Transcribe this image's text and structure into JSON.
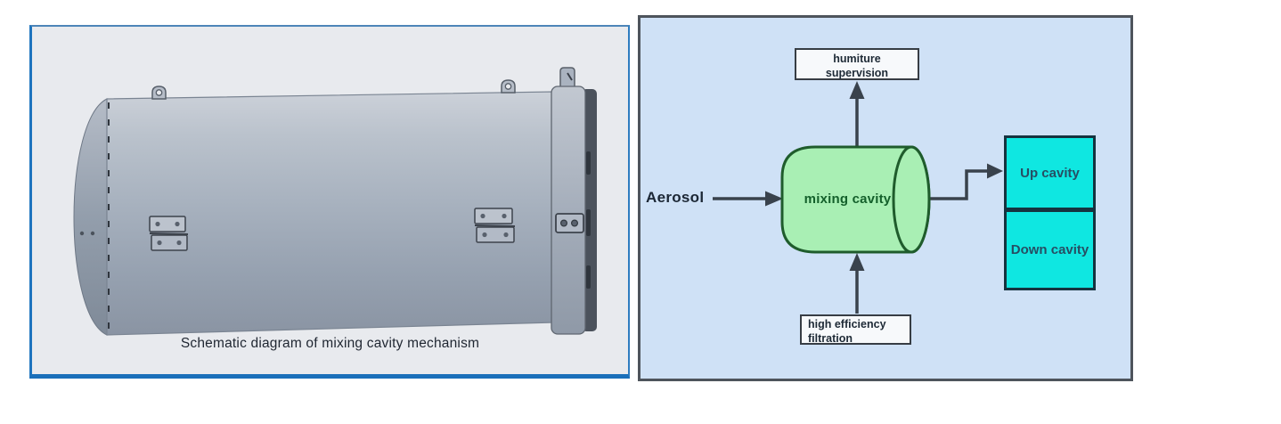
{
  "left_panel": {
    "caption": "Schematic diagram of mixing cavity mechanism",
    "background": "#e8eaee",
    "border_color": "#1e74be"
  },
  "right_panel": {
    "background": "#cfe1f6",
    "border_color": "#4e545c",
    "arrow_color": "#39424c",
    "labels": {
      "aerosol": "Aerosol",
      "mixing_cavity": "mixing cavity",
      "humiture_line1": "humiture",
      "humiture_line2": "supervision",
      "filtration_line1": "high efficiency",
      "filtration_line2": "filtration",
      "up_cavity": "Up cavity",
      "down_cavity": "Down cavity"
    },
    "colors": {
      "cylinder_fill": "#a9efb4",
      "cylinder_stroke": "#1f5c2c",
      "cylinder_text": "#14602b",
      "cavity_box_fill": "#0fe7e1",
      "cavity_box_border": "#15333f",
      "label_box_fill": "#f7f9fb",
      "label_box_border": "#373d44"
    },
    "edges": [
      {
        "from": "Aerosol",
        "to": "mixing cavity",
        "direction": "right"
      },
      {
        "from": "mixing cavity",
        "to": "humiture supervision",
        "direction": "up"
      },
      {
        "from": "high efficiency filtration",
        "to": "mixing cavity",
        "direction": "up"
      },
      {
        "from": "mixing cavity",
        "to": "Up cavity",
        "direction": "right-elbow"
      }
    ]
  }
}
